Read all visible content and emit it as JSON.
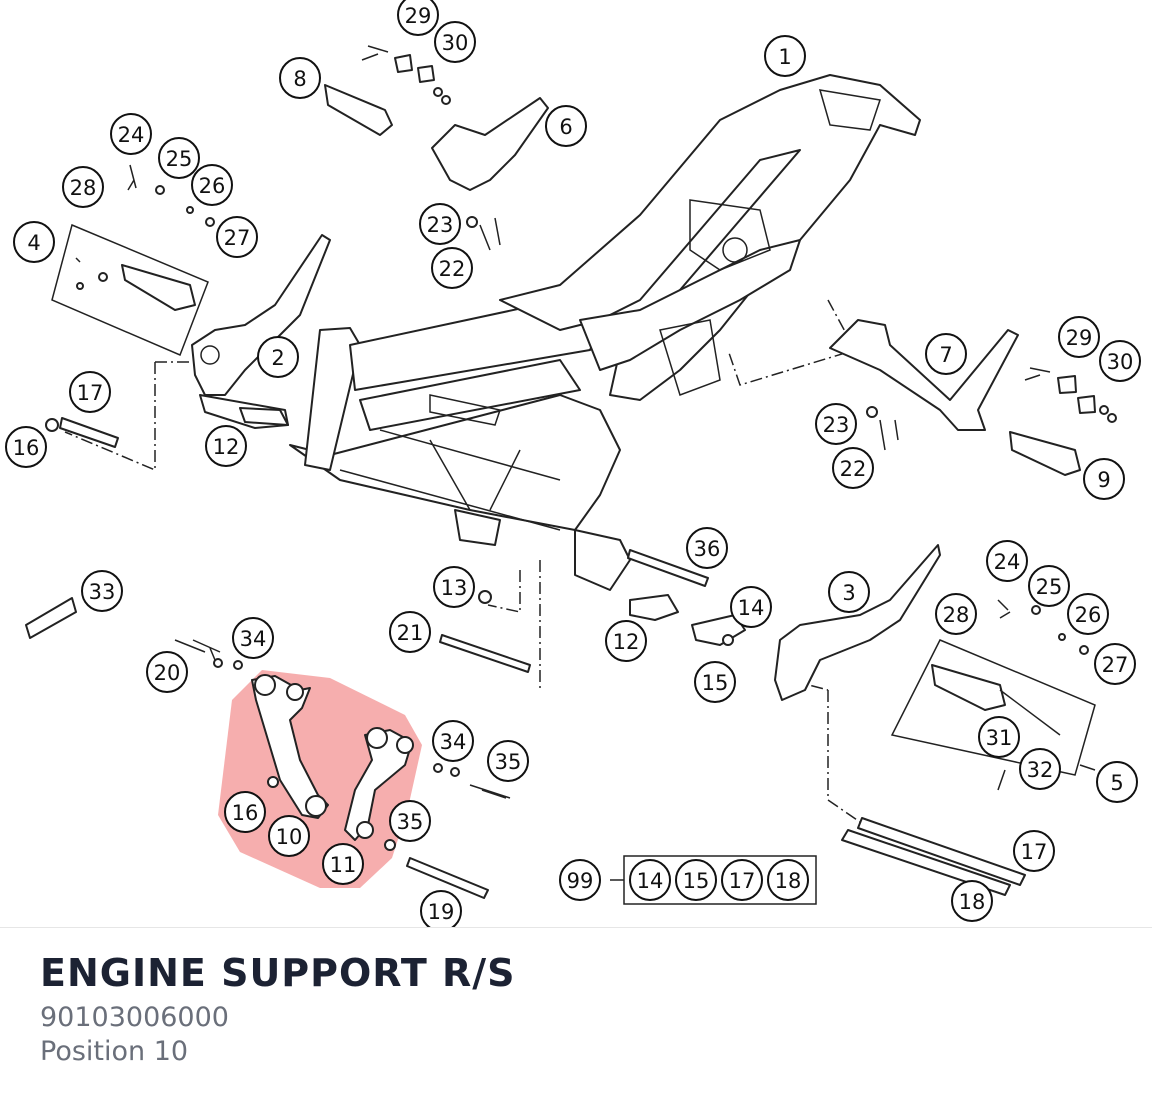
{
  "part": {
    "title": "ENGINE SUPPORT R/S",
    "number": "90103006000",
    "position": "Position 10"
  },
  "highlight_color": "#f28b8b",
  "callouts": [
    {
      "label": "1"
    },
    {
      "label": "29"
    },
    {
      "label": "30"
    },
    {
      "label": "8"
    },
    {
      "label": "6"
    },
    {
      "label": "24"
    },
    {
      "label": "25"
    },
    {
      "label": "28"
    },
    {
      "label": "26"
    },
    {
      "label": "27"
    },
    {
      "label": "4"
    },
    {
      "label": "23"
    },
    {
      "label": "22"
    },
    {
      "label": "2"
    },
    {
      "label": "17"
    },
    {
      "label": "16"
    },
    {
      "label": "12"
    },
    {
      "label": "7"
    },
    {
      "label": "29"
    },
    {
      "label": "30"
    },
    {
      "label": "23"
    },
    {
      "label": "22"
    },
    {
      "label": "9"
    },
    {
      "label": "36"
    },
    {
      "label": "3"
    },
    {
      "label": "24"
    },
    {
      "label": "25"
    },
    {
      "label": "28"
    },
    {
      "label": "26"
    },
    {
      "label": "27"
    },
    {
      "label": "33"
    },
    {
      "label": "13"
    },
    {
      "label": "14"
    },
    {
      "label": "34"
    },
    {
      "label": "21"
    },
    {
      "label": "12"
    },
    {
      "label": "20"
    },
    {
      "label": "15"
    },
    {
      "label": "31"
    },
    {
      "label": "32"
    },
    {
      "label": "5"
    },
    {
      "label": "34"
    },
    {
      "label": "35"
    },
    {
      "label": "16"
    },
    {
      "label": "10"
    },
    {
      "label": "35"
    },
    {
      "label": "11"
    },
    {
      "label": "17"
    },
    {
      "label": "99"
    },
    {
      "label": "14"
    },
    {
      "label": "15"
    },
    {
      "label": "17"
    },
    {
      "label": "18"
    },
    {
      "label": "18"
    },
    {
      "label": "19"
    }
  ]
}
